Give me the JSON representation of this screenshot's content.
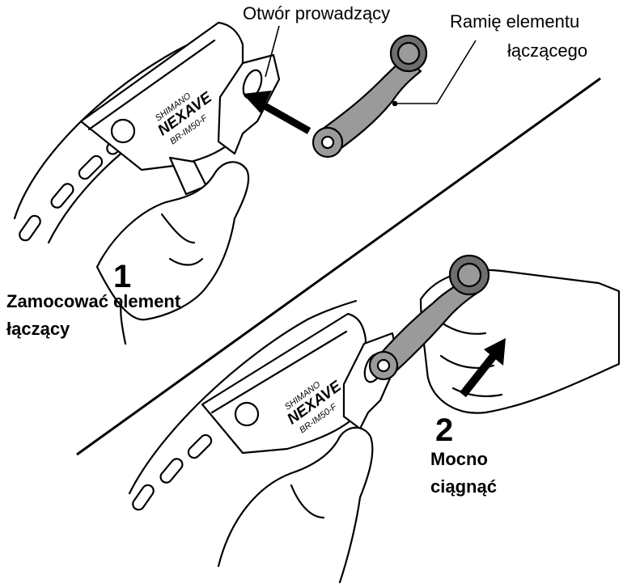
{
  "labels": {
    "guide_hole": "Otwór prowadzący",
    "connecting_arm_line1": "Ramię elementu",
    "connecting_arm_line2": "łączącego"
  },
  "steps": [
    {
      "number": "1",
      "line1": "Zamocować element",
      "line2": "łączący"
    },
    {
      "number": "2",
      "line1": "Mocno",
      "line2": "ciągnąć"
    }
  ],
  "brand_marks": {
    "brand": "SHIMANO",
    "model": "NEXAVE",
    "part_number": "BR-IM50-F"
  },
  "icons": {
    "insert_arrow": "arrow-left-icon",
    "pull_arrow": "arrow-up-right-icon"
  },
  "colors": {
    "ink": "#000000",
    "arm_fill": "#9a9a9a",
    "arm_shade": "#6e6e6e",
    "paper": "#ffffff"
  }
}
